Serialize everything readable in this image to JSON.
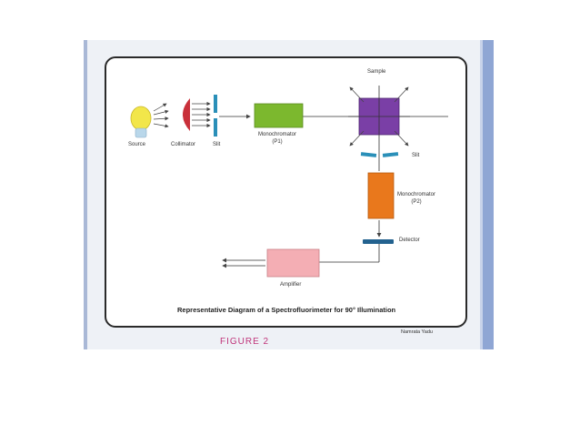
{
  "diagram": {
    "title": "Representative Diagram of a Spectrofluorimeter for 90° Illumination",
    "figure_label": "FIGURE  2",
    "credit": "Namrata Yadu",
    "components": {
      "source": "Source",
      "collimator": "Collimator",
      "slit1": "Slit",
      "mono1_name": "Monochromator",
      "mono1_id": "(P1)",
      "sample": "Sample",
      "slit2": "Slit",
      "mono2_name": "Monochromator",
      "mono2_id": "(P2)",
      "detector": "Detector",
      "amplifier": "Amplifier"
    },
    "colors": {
      "bulb": "#f2e64a",
      "collimator": "#c9303a",
      "slit": "#2a8fb8",
      "mono1": "#7cb82e",
      "sample": "#7a3fa6",
      "mono2": "#e9781c",
      "detector": "#23628f",
      "amplifier": "#f4aeb4",
      "figure_label": "#c0357a"
    }
  }
}
